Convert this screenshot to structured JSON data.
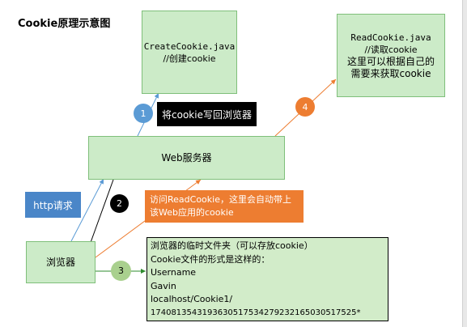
{
  "title": "Cookie原理示意图",
  "nodes": {
    "create_cookie": {
      "line1": "CreateCookie.java",
      "line2": "//创建cookie"
    },
    "read_cookie": {
      "line1": "ReadCookie.java",
      "line2": "//读取cookie",
      "line3": "这里可以根据自己的",
      "line4": "需要来获取cookie"
    },
    "web_server": {
      "label": "Web服务器"
    },
    "browser": {
      "label": "浏览器"
    }
  },
  "steps": {
    "one": "1",
    "two": "2",
    "three": "3",
    "four": "4"
  },
  "notes": {
    "write_back": "将cookie写回浏览器",
    "http_request": "http请求",
    "visit_read": "访问ReadCookie，这里会自动带上该Web应用的cookie"
  },
  "temp_folder": {
    "lines": [
      "浏览器的临时文件夹（可以存放cookie）",
      "Cookie文件的形式是这样的：",
      "Username",
      "Gavin",
      "localhost/Cookie1/",
      "1740813543193630517534279232165030517525*"
    ]
  },
  "colors": {
    "box_green": "#ccebc8",
    "step1_blue": "#5b9bd5",
    "step4_orange": "#ed7d31",
    "step3_green": "#a9d08e",
    "step2_black": "#000000"
  }
}
